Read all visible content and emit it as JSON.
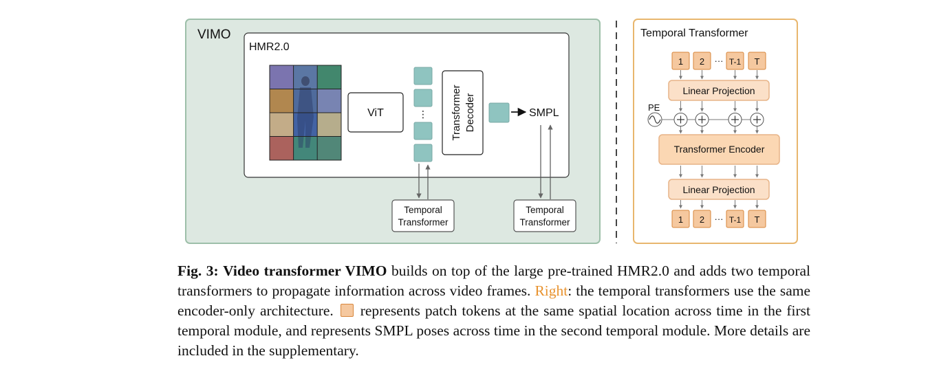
{
  "left_panel": {
    "outer_label": "VIMO",
    "inner_label": "HMR2.0",
    "vit_label": "ViT",
    "decoder_label_line1": "Transformer",
    "decoder_label_line2": "Decoder",
    "token_ellipsis": "⋮",
    "smpl_label": "SMPL",
    "temporal_boxes": [
      {
        "line1": "Temporal",
        "line2": "Transformer"
      },
      {
        "line1": "Temporal",
        "line2": "Transformer"
      }
    ]
  },
  "right_panel": {
    "title": "Temporal Transformer",
    "top_tokens": [
      "1",
      "2",
      "T-1",
      "T"
    ],
    "bottom_tokens": [
      "1",
      "2",
      "T-1",
      "T"
    ],
    "ellipsis": "···",
    "pe_label": "PE",
    "linear_projection_top": "Linear Projection",
    "encoder_label": "Transformer Encoder",
    "linear_projection_bottom": "Linear Projection"
  },
  "caption": {
    "fig_label": "Fig. 3:",
    "bold_title": "Video transformer VIMO",
    "text_1": " builds on top of the large pre-trained HMR2.0 and adds two temporal transformers to propagate information across video frames. ",
    "right_word": "Right",
    "text_2": ": the temporal transformers use the same encoder-only architecture. ",
    "text_3": " represents patch tokens at the same spatial location across time in the first temporal module, and represents SMPL poses across time in the second temporal module. More details are included in the supplementary."
  },
  "colors": {
    "left_panel_fill": "#dde8e1",
    "left_panel_border": "#9dbfa9",
    "token_teal": "#8fc4c0",
    "right_panel_border": "#e8b66d",
    "orange_fill": "#f5c89f",
    "orange_border": "#d7863b",
    "caption_highlight": "#e8922e"
  }
}
